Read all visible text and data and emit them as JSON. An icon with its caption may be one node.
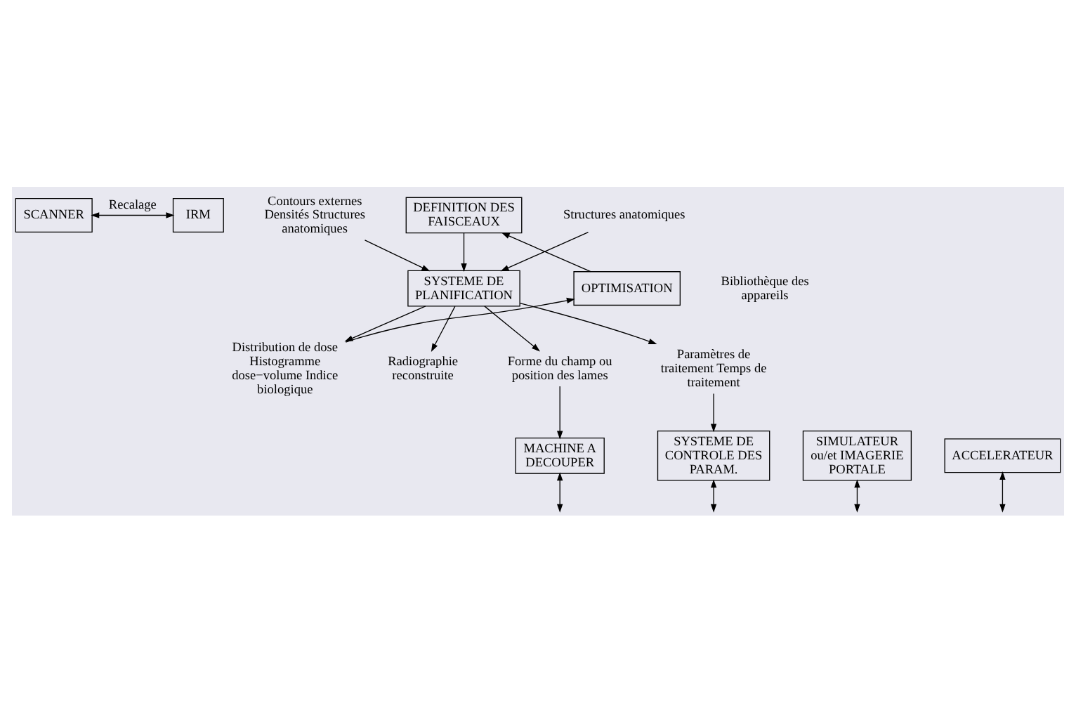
{
  "diagram": {
    "nodes": [
      {
        "text": [
          "SCANNER"
        ]
      },
      {
        "text": [
          "IRM"
        ]
      },
      {
        "text": [
          "Contours externes Densités Structures anatomiques"
        ]
      },
      {
        "text": [
          "Structures anatomiques"
        ]
      },
      {
        "text": [
          "DEFINITION DES FAISCEAUX"
        ]
      },
      {
        "text": [
          "SYSTEME DE PLANIFICATION"
        ]
      },
      {
        "text": [
          "OPTIMISATION"
        ]
      },
      {
        "text": [
          "Distribution de dose Histogramme dose−volume Indice biologique"
        ]
      },
      {
        "text": [
          "Radiographie reconstruite"
        ]
      },
      {
        "text": [
          "Forme du champ ou position des lames"
        ]
      },
      {
        "text": [
          "Paramètres de traitement Temps de traitement"
        ]
      },
      {
        "text": [
          "SIMULATEUR ou/et IMAGERIE PORTALE"
        ]
      },
      {
        "text": [
          "MACHINE A DECOUPER"
        ]
      },
      {
        "text": [
          "ACCELERATEUR"
        ]
      },
      {
        "text": [
          "SYSTEME DE CONTROLE DES PARAM."
        ]
      }
    ],
    "edges": [
      {
        "from": 0,
        "to": 1,
        "arrow": "both",
        "label": "Recalage"
      },
      {
        "from": 2,
        "to": 5,
        "arrow": "to"
      },
      {
        "from": 3,
        "to": 5,
        "arrow": "to"
      },
      {
        "from": 4,
        "to": 5,
        "arrow": "to"
      },
      {
        "from": 5,
        "to": 8,
        "arrow": "to"
      },
      {
        "from": 5,
        "to": 9,
        "arrow": "to"
      },
      {
        "from": 5,
        "to": 10,
        "arrow": "to"
      },
      {
        "from": 5,
        "to": 7,
        "arrow": "to"
      },
      {
        "from": 7,
        "to": 6,
        "arrow": "to"
      },
      {
        "from": 6,
        "to": 4,
        "arrow": "to"
      },
      {
        "from": 9,
        "to": 12,
        "arrow": "to"
      },
      {
        "from": 10,
        "to": 14,
        "arrow": "to"
      },
      {
        "from": 11,
        "to": null,
        "arrow": "both"
      },
      {
        "from": 12,
        "to": null,
        "arrow": "both"
      },
      {
        "from": 13,
        "to": null,
        "arrow": "both"
      },
      {
        "from": 14,
        "to": null,
        "arrow": "both"
      }
    ],
    "labels": [
      "Bibliothèque des appareils"
    ]
  }
}
